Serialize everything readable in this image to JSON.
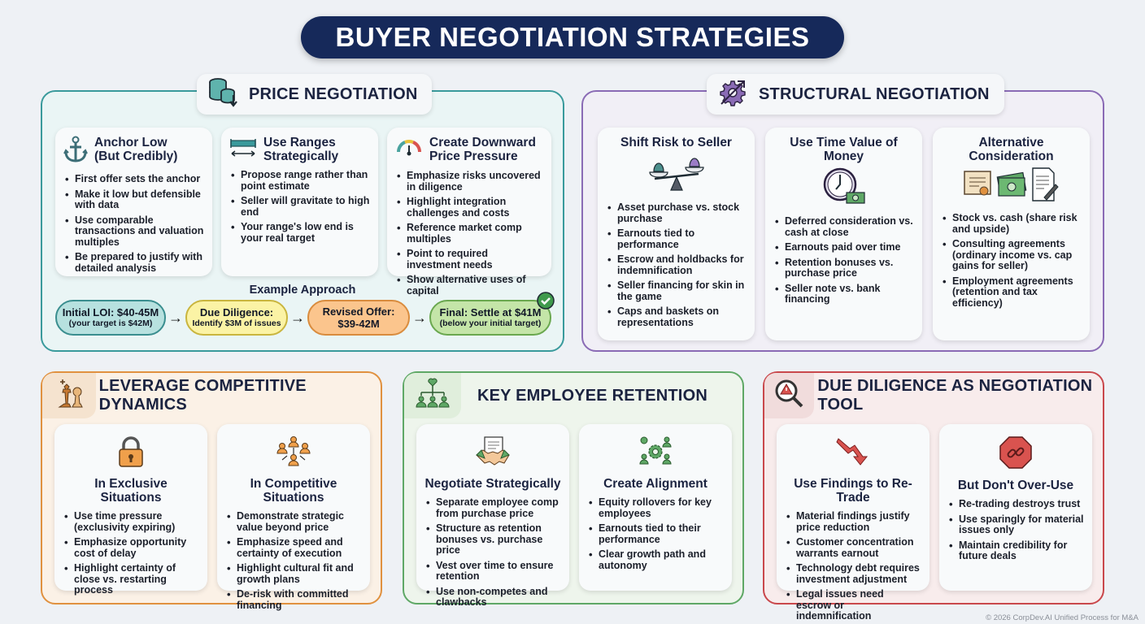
{
  "title": "BUYER NEGOTIATION STRATEGIES",
  "colors": {
    "title_bg": "#16295a",
    "price": "#3a9a9c",
    "structural": "#8a6bb5",
    "competitive": "#e0913f",
    "retention": "#5fa866",
    "diligence": "#c9484c"
  },
  "price_negotiation": {
    "title": "PRICE NEGOTIATION",
    "icon": "coins-down-icon",
    "cards": [
      {
        "icon": "anchor-icon",
        "title_l1": "Anchor Low",
        "title_l2": "(But Credibly)",
        "bullets": [
          "First offer sets the anchor",
          "Make it low but defensible with data",
          "Use comparable transactions and valuation multiples",
          "Be prepared to justify with detailed analysis"
        ]
      },
      {
        "icon": "range-arrows-icon",
        "title_l1": "Use Ranges",
        "title_l2": "Strategically",
        "bullets": [
          "Propose range rather than point estimate",
          "Seller will gravitate to high end",
          "Your range's low end is your real target"
        ]
      },
      {
        "icon": "gauge-icon",
        "title_l1": "Create Downward",
        "title_l2": "Price Pressure",
        "bullets": [
          "Emphasize risks uncovered in diligence",
          "Highlight integration challenges and costs",
          "Reference market comp multiples",
          "Point to required investment needs",
          "Show alternative uses of capital"
        ]
      }
    ],
    "example": {
      "title": "Example Approach",
      "steps": [
        {
          "l1": "Initial LOI: $40-45M",
          "l2": "(your target is $42M)"
        },
        {
          "l1": "Due Diligence:",
          "l2": "Identify $3M of issues"
        },
        {
          "l1": "Revised Offer:",
          "l2": "$39-42M"
        },
        {
          "l1": "Final: Settle at $41M",
          "l2": "(below your initial target)"
        }
      ]
    }
  },
  "structural_negotiation": {
    "title": "STRUCTURAL NEGOTIATION",
    "icon": "gear-growth-icon",
    "cards": [
      {
        "icon": "scale-icon",
        "title": "Shift Risk to Seller",
        "bullets": [
          "Asset purchase vs. stock purchase",
          "Earnouts tied to performance",
          "Escrow and holdbacks for indemnification",
          "Seller financing for skin in the game",
          "Caps and baskets on representations"
        ]
      },
      {
        "icon": "clock-money-icon",
        "title": "Use Time Value of Money",
        "bullets": [
          "Deferred consideration vs. cash at close",
          "Earnouts paid over time",
          "Retention bonuses vs. purchase price",
          "Seller note vs. bank financing"
        ]
      },
      {
        "icon": "certificate-cash-contract-icon",
        "title": "Alternative Consideration",
        "bullets": [
          "Stock vs. cash (share risk and upside)",
          "Consulting agreements (ordinary income vs. cap gains for seller)",
          "Employment agreements (retention and tax efficiency)"
        ]
      }
    ]
  },
  "competitive_dynamics": {
    "title": "LEVERAGE COMPETITIVE DYNAMICS",
    "icon": "chess-pieces-icon",
    "cards": [
      {
        "icon": "padlock-icon",
        "title": "In Exclusive Situations",
        "bullets": [
          "Use time pressure (exclusivity expiring)",
          "Emphasize opportunity cost of delay",
          "Highlight certainty of close vs. restarting process"
        ]
      },
      {
        "icon": "competing-people-icon",
        "title": "In Competitive Situations",
        "bullets": [
          "Demonstrate strategic value beyond price",
          "Emphasize speed and certainty of execution",
          "Highlight cultural fit and growth plans",
          "De-risk with committed financing"
        ]
      }
    ]
  },
  "employee_retention": {
    "title": "KEY EMPLOYEE RETENTION",
    "icon": "org-heart-icon",
    "cards": [
      {
        "icon": "handshake-document-icon",
        "title": "Negotiate Strategically",
        "bullets": [
          "Separate employee comp from purchase price",
          "Structure as retention bonuses vs. purchase price",
          "Vest over time to ensure retention",
          "Use non-competes and clawbacks"
        ]
      },
      {
        "icon": "gear-team-icon",
        "title": "Create Alignment",
        "bullets": [
          "Equity rollovers for key employees",
          "Earnouts tied to their performance",
          "Clear growth path and autonomy"
        ]
      }
    ]
  },
  "due_diligence": {
    "title": "DUE DILIGENCE AS NEGOTIATION TOOL",
    "icon": "magnifier-warning-icon",
    "cards": [
      {
        "icon": "down-trend-arrow-icon",
        "title": "Use Findings to Re-Trade",
        "bullets": [
          "Material findings justify price reduction",
          "Customer concentration warrants earnout",
          "Technology debt requires investment adjustment",
          "Legal issues need escrow or indemnification"
        ]
      },
      {
        "icon": "stop-broken-chain-icon",
        "title": "But Don't Over-Use",
        "bullets": [
          "Re-trading destroys trust",
          "Use sparingly for material issues only",
          "Maintain credibility for future deals"
        ]
      }
    ]
  },
  "footer": "© 2026 CorpDev.AI Unified Process for M&A"
}
